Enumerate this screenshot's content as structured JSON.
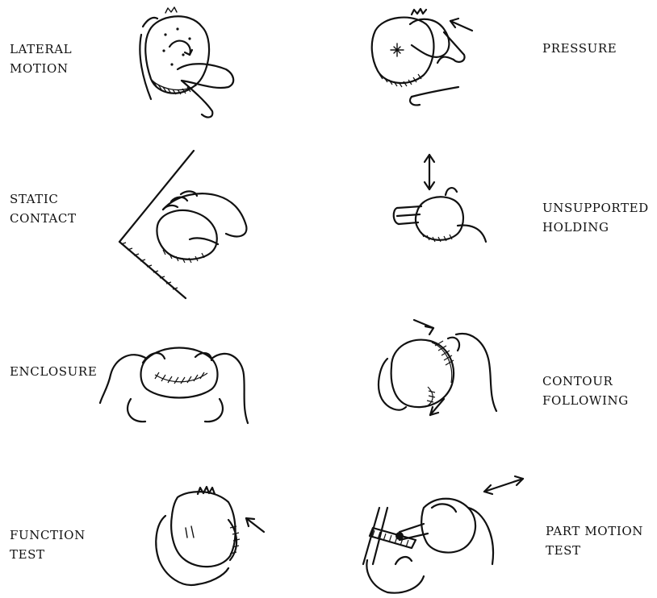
{
  "procedures": [
    {
      "id": "lateral-motion",
      "lines": [
        "LATERAL",
        "MOTION"
      ]
    },
    {
      "id": "pressure",
      "lines": [
        "PRESSURE"
      ]
    },
    {
      "id": "static-contact",
      "lines": [
        "STATIC",
        "CONTACT"
      ]
    },
    {
      "id": "unsupported-holding",
      "lines": [
        "UNSUPPORTED",
        "HOLDING"
      ]
    },
    {
      "id": "enclosure",
      "lines": [
        "ENCLOSURE"
      ]
    },
    {
      "id": "contour-following",
      "lines": [
        "CONTOUR",
        "FOLLOWING"
      ]
    },
    {
      "id": "function-test",
      "lines": [
        "FUNCTION",
        "TEST"
      ]
    },
    {
      "id": "part-motion-test",
      "lines": [
        "PART MOTION",
        "TEST"
      ]
    }
  ]
}
